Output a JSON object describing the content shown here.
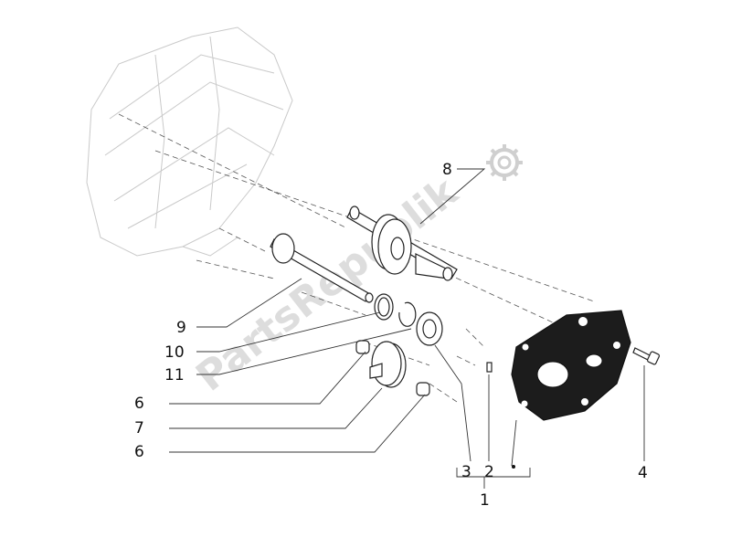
{
  "watermark": {
    "text": "PartsRepublik",
    "icon": "gear-icon"
  },
  "callouts": [
    {
      "label": "8"
    },
    {
      "label": "9"
    },
    {
      "label": "10"
    },
    {
      "label": "11"
    },
    {
      "label": "6"
    },
    {
      "label": "7"
    },
    {
      "label": "6"
    },
    {
      "label": "3"
    },
    {
      "label": "2"
    },
    {
      "label": "1"
    },
    {
      "label": "4"
    }
  ]
}
